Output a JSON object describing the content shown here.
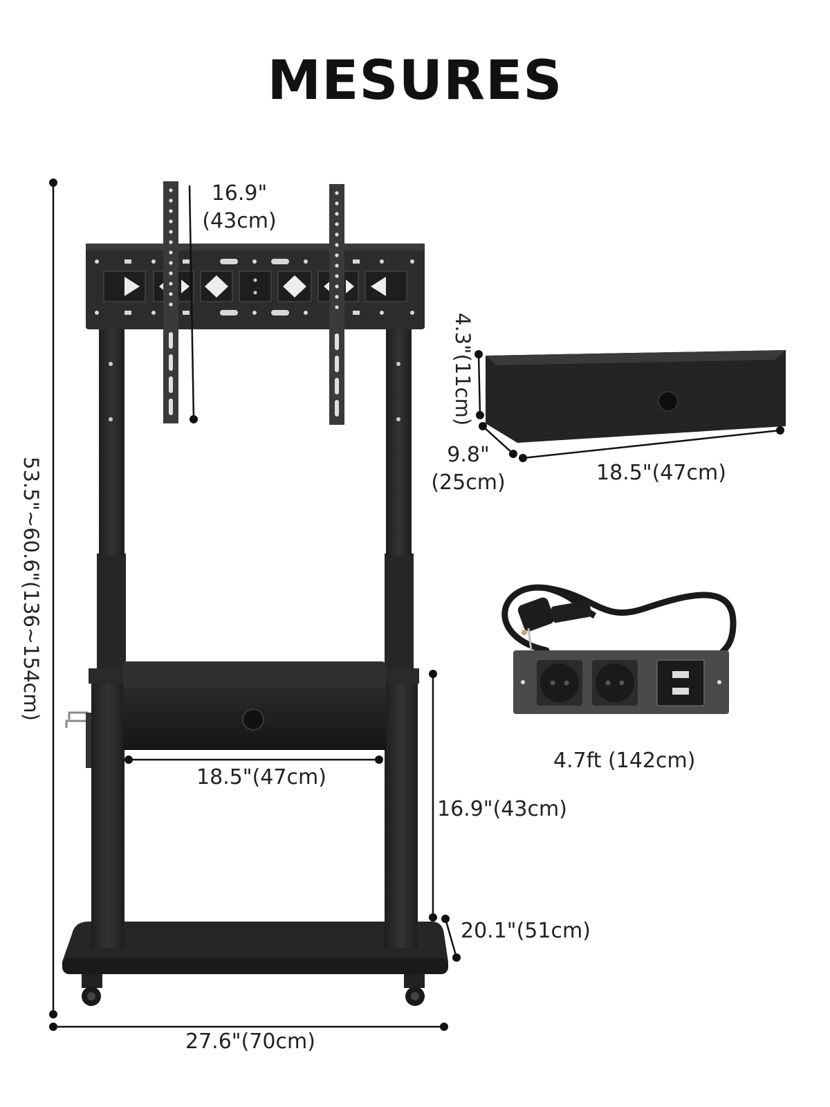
{
  "title": "MESURES",
  "dimensions": {
    "height_range": "53.5\"~60.6\"(136~154cm)",
    "vesa_line1": "16.9\"",
    "vesa_line2": "(43cm)",
    "drawer_width_stand": "18.5\"(47cm)",
    "shelf_height": "16.9\"(43cm)",
    "base_depth": "20.1\"(51cm)",
    "base_width": "27.6\"(70cm)",
    "drawer_height": "4.3\"(11cm)",
    "drawer_depth_line1": "9.8\"",
    "drawer_depth_line2": "(25cm)",
    "drawer_width": "18.5\"(47cm)",
    "cable_length": "4.7ft (142cm)"
  },
  "colors": {
    "stand": "#2b2b2b",
    "stand_dark": "#1c1c1c",
    "bracket": "#3a3a3a",
    "line": "#111111",
    "socket": "#1a1a1a",
    "strip": "#4a4a4a"
  }
}
